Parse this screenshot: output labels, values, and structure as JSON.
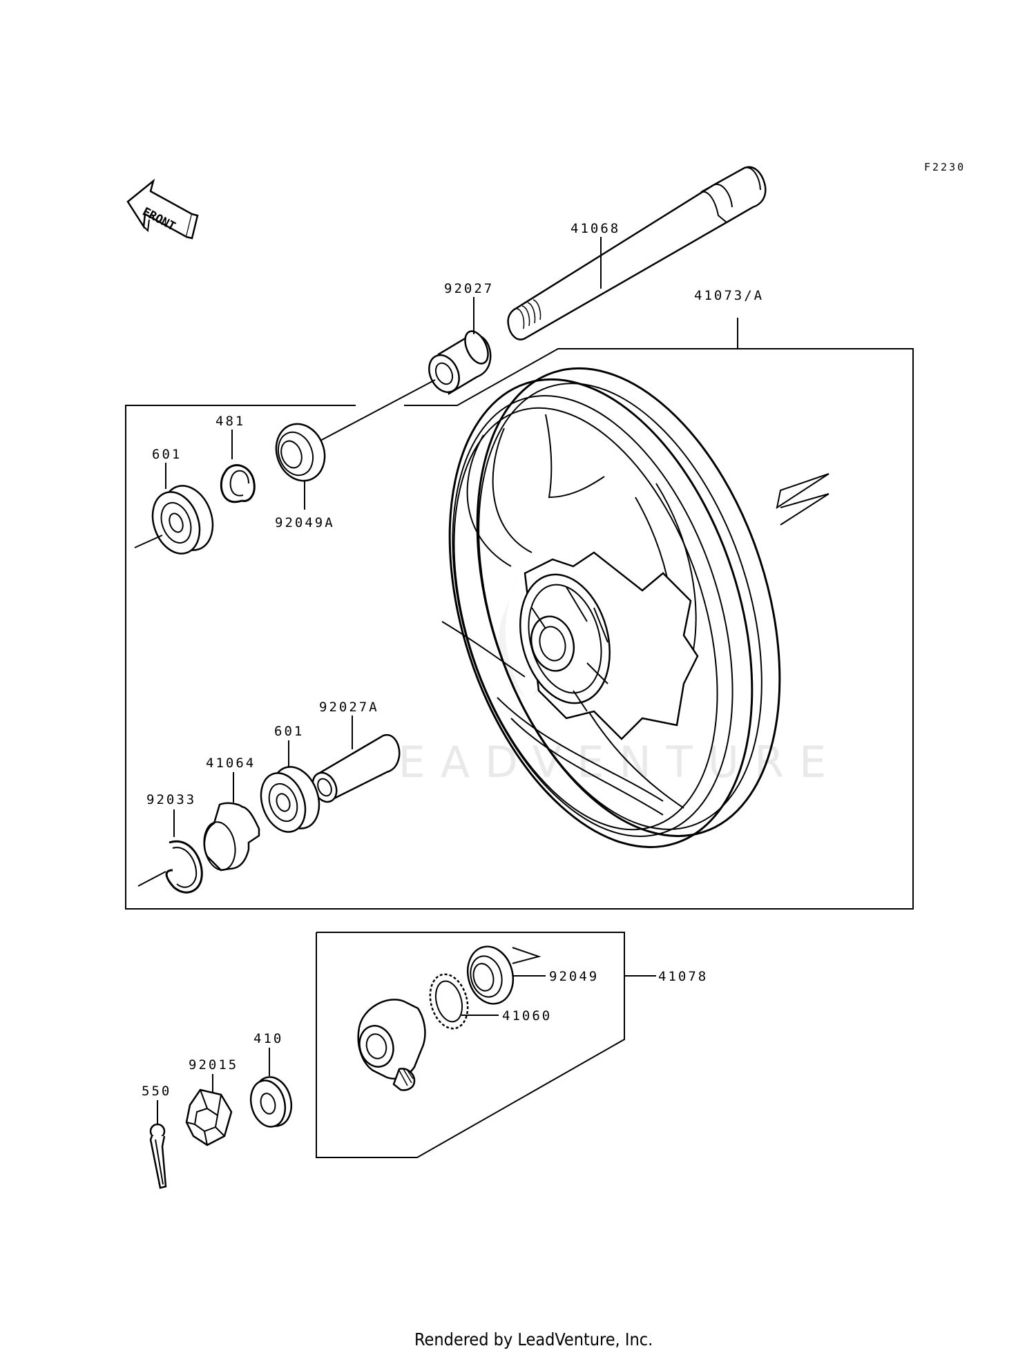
{
  "diagram": {
    "figure_code": "F2230",
    "direction_label": "FRONT",
    "footer": "Rendered by LeadVenture, Inc.",
    "watermark": "LEADVENTURE",
    "parts": {
      "p41068": "41068",
      "p92027": "92027",
      "p41073A": "41073/A",
      "p481": "481",
      "p601_top": "601",
      "p92049A": "92049A",
      "p92027A": "92027A",
      "p601_bottom": "601",
      "p41064": "41064",
      "p92033": "92033",
      "p92049": "92049",
      "p41078": "41078",
      "p41060": "41060",
      "p410": "410",
      "p92015": "92015",
      "p550": "550"
    }
  }
}
